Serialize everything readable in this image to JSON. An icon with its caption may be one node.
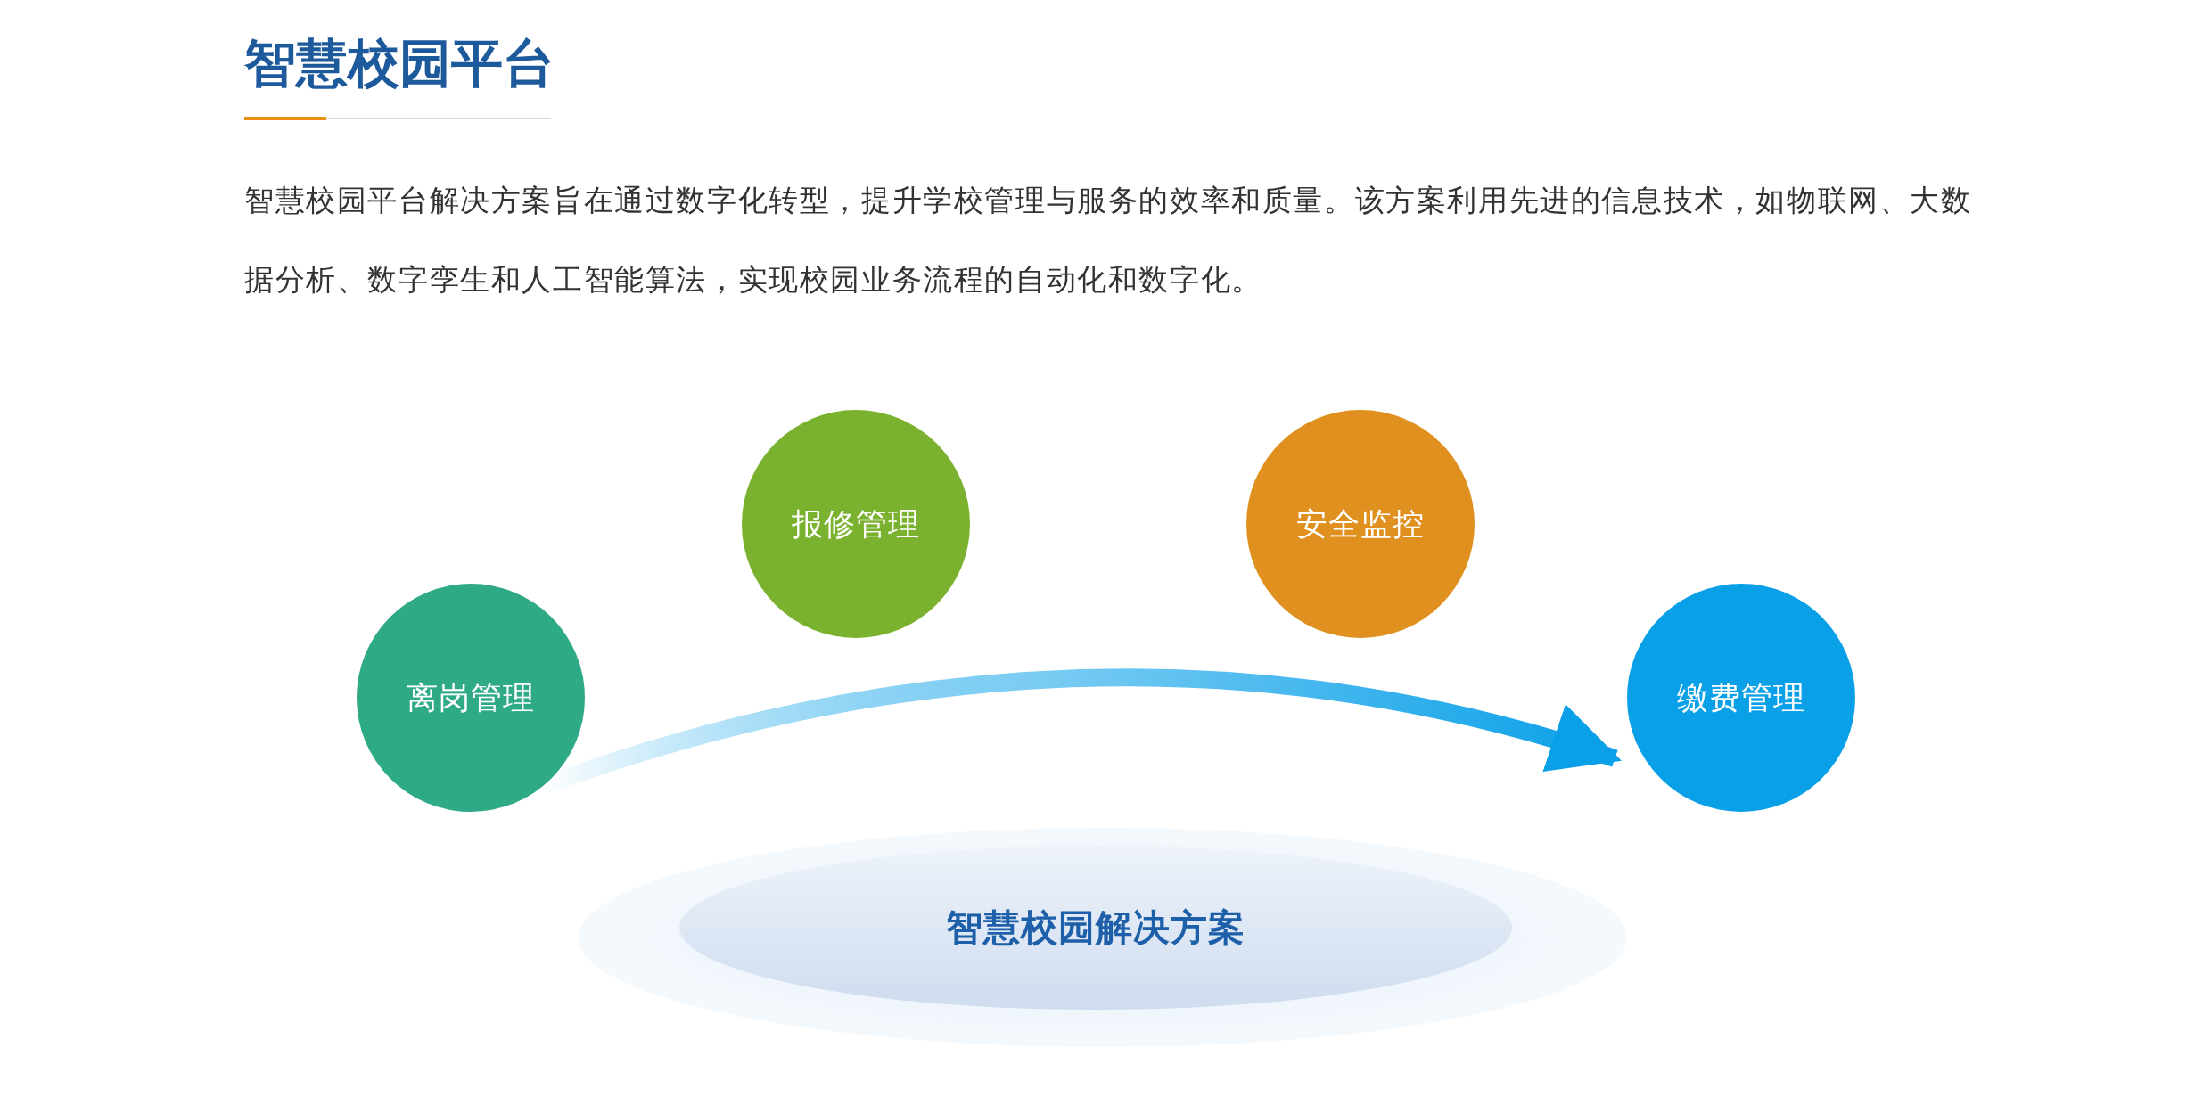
{
  "diagram": {
    "title": "智慧校园平台",
    "nodes": [
      {
        "text": [
          "报修管理"
        ]
      },
      {
        "text": [
          "安全监控"
        ]
      },
      {
        "text": [
          "离岗管理"
        ]
      },
      {
        "text": [
          "缴费管理"
        ]
      },
      {
        "text": [
          "智慧校园解决方案"
        ]
      }
    ],
    "edges": [
      {
        "from": 2,
        "to": 3,
        "arrow": "to"
      }
    ],
    "labels": [
      "智慧校园平台解决方案旨在通过数字化转型，提升学校管理与服务的效率和质量。该方案利用先进的信息技术，如物联网、大数据分析、数字孪生和人工智能算法，实现校园业务流程的自动化和数字化。"
    ]
  }
}
